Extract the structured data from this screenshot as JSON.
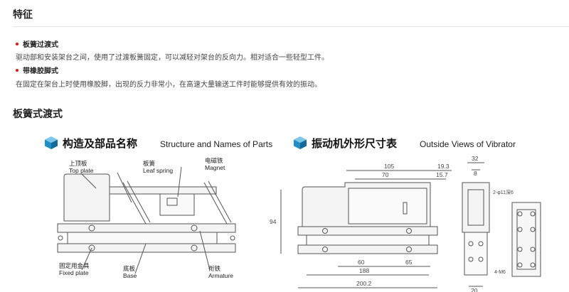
{
  "features": {
    "title": "特征",
    "items": [
      {
        "heading": "板簧过渡式",
        "text": "驱动部和安装架台之间，使用了过渡板簧固定，可以减轻对架台的反向力。相对适合一些轻型工件。"
      },
      {
        "heading": "带橡胶脚式",
        "text": "在固定在架台上时使用橡胶脚，出现的反力非常小，在高速大量输送工件时能够提供有效的振动。"
      }
    ]
  },
  "section2": {
    "title": "板簧式渡式"
  },
  "structure": {
    "title_cn": "构造及部品名称",
    "title_en": "Structure and Names of Parts",
    "labels": {
      "top_plate_cn": "上顶板",
      "top_plate_en": "Top plate",
      "leaf_spring_cn": "板簧",
      "leaf_spring_en": "Leaf spring",
      "magnet_cn": "电磁铁",
      "magnet_en": "Magnet",
      "fixed_plate_cn": "固定用金具",
      "fixed_plate_en": "Fixed plate",
      "base_cn": "底板",
      "base_en": "Base",
      "armature_cn": "衔铁",
      "armature_en": "Armature"
    }
  },
  "outside": {
    "title_cn": "振动机外形尺寸表",
    "title_en": "Outside Views of Vibrator",
    "dims": {
      "d105": "105",
      "d19_3": "19.3",
      "d70": "70",
      "d15_7": "15.7",
      "d94": "94",
      "d60": "60",
      "d65": "65",
      "d188": "188",
      "d200_2": "200.2",
      "d32": "32",
      "d8": "8",
      "d2_phi": "2-φ11深6",
      "d4_m6": "4-M6",
      "d20": "20"
    }
  },
  "colors": {
    "accent": "#d7171f",
    "cube": "#1e8fc6",
    "line": "#555555"
  }
}
